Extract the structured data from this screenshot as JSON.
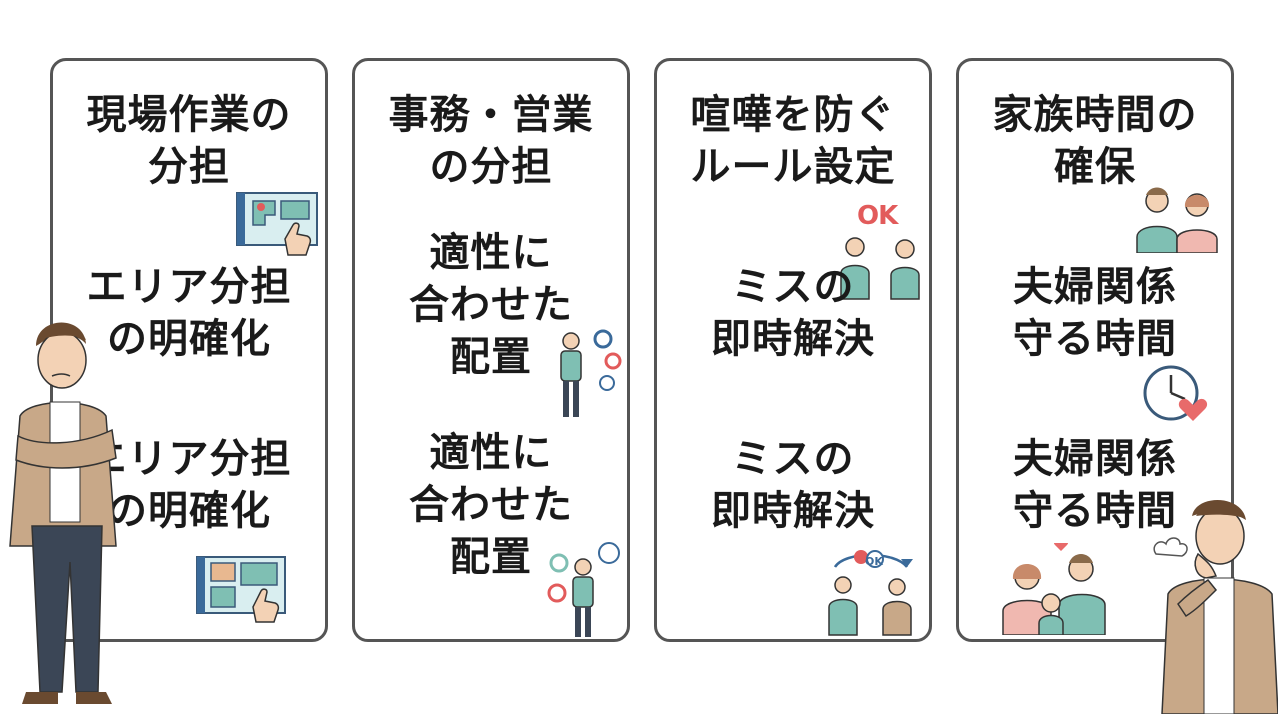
{
  "cards": [
    {
      "title": "現場作業の\n分担",
      "items": [
        "エリア分担\nの明確化",
        "エリア分担\nの明確化"
      ]
    },
    {
      "title": "事務・営業\nの分担",
      "items": [
        "適性に\n合わせた\n配置",
        "適性に\n合わせた\n配置"
      ]
    },
    {
      "title": "喧嘩を防ぐ\nルール設定",
      "items": [
        "ミスの\n即時解決",
        "ミスの\n即時解決"
      ],
      "badge": "OK",
      "bubble_badge": "OK"
    },
    {
      "title": "家族時間の\n確保",
      "items": [
        "夫婦関係\n守る時間",
        "夫婦関係\n守る時間"
      ]
    }
  ],
  "colors": {
    "border": "#555555",
    "teal": "#7fbfb3",
    "skin": "#f3d2b5",
    "jacket": "#c8a888",
    "pants": "#3b4656",
    "red": "#e25b5b",
    "heart": "#e86a6a"
  }
}
